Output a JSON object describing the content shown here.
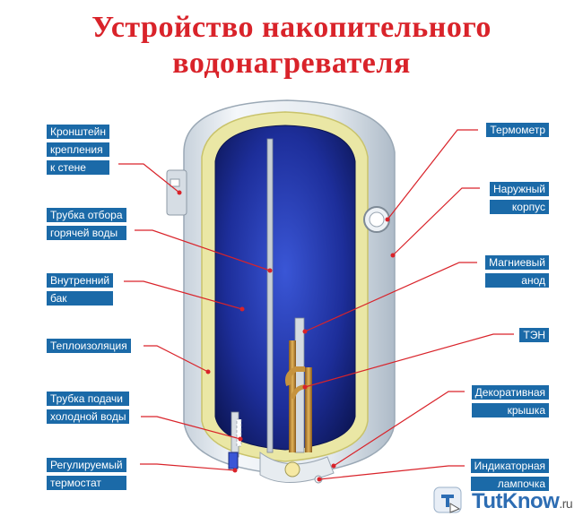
{
  "title": {
    "line1": "Устройство накопительного",
    "line2": "водонагревателя"
  },
  "labels_left": [
    {
      "lines": [
        "Кронштейн",
        "крепления",
        "к стене"
      ]
    },
    {
      "lines": [
        "Трубка отбора",
        "горячей воды"
      ]
    },
    {
      "lines": [
        "Внутренний",
        "бак"
      ]
    },
    {
      "lines": [
        "Теплоизоляция"
      ]
    },
    {
      "lines": [
        "Трубка подачи",
        "холодной воды"
      ]
    },
    {
      "lines": [
        "Регулируемый",
        "термостат"
      ]
    }
  ],
  "labels_right": [
    {
      "lines": [
        "Термометр"
      ]
    },
    {
      "lines": [
        "Наружный",
        "корпус"
      ]
    },
    {
      "lines": [
        "Магниевый",
        "анод"
      ]
    },
    {
      "lines": [
        "ТЭН"
      ]
    },
    {
      "lines": [
        "Декоративная",
        "крышка"
      ]
    },
    {
      "lines": [
        "Индикаторная",
        "лампочка"
      ]
    }
  ],
  "logo": {
    "brand": "TutKnow",
    "suffix": ".ru"
  },
  "colors": {
    "title": "#d9232a",
    "label_bg": "#1b6aa8",
    "leader": "#d9232a",
    "tank_inner": "#1f2f9c",
    "insulation": "#e9e6a0",
    "shell": "#dfe6ec"
  }
}
